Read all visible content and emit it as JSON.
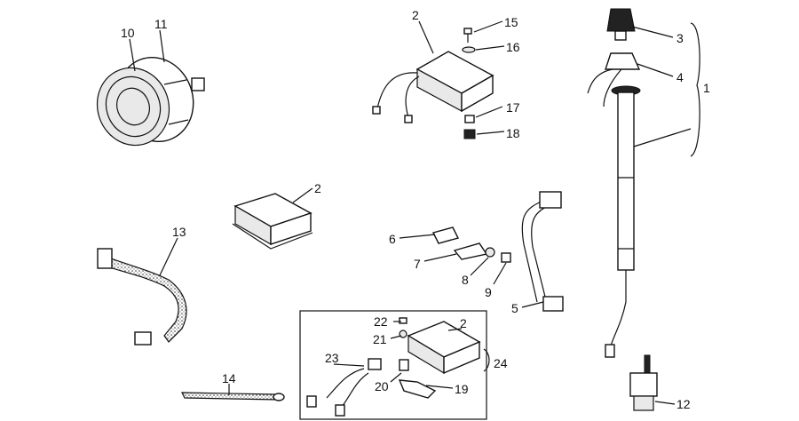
{
  "callouts": {
    "c1": "1",
    "c2a": "2",
    "c2b": "2",
    "c2c": "2",
    "c3": "3",
    "c4": "4",
    "c5": "5",
    "c6": "6",
    "c7": "7",
    "c8": "8",
    "c9": "9",
    "c10": "10",
    "c11": "11",
    "c12": "12",
    "c13": "13",
    "c14": "14",
    "c15": "15",
    "c16": "16",
    "c17": "17",
    "c18": "18",
    "c19": "19",
    "c20": "20",
    "c21": "21",
    "c22": "22",
    "c23": "23",
    "c24": "24"
  }
}
